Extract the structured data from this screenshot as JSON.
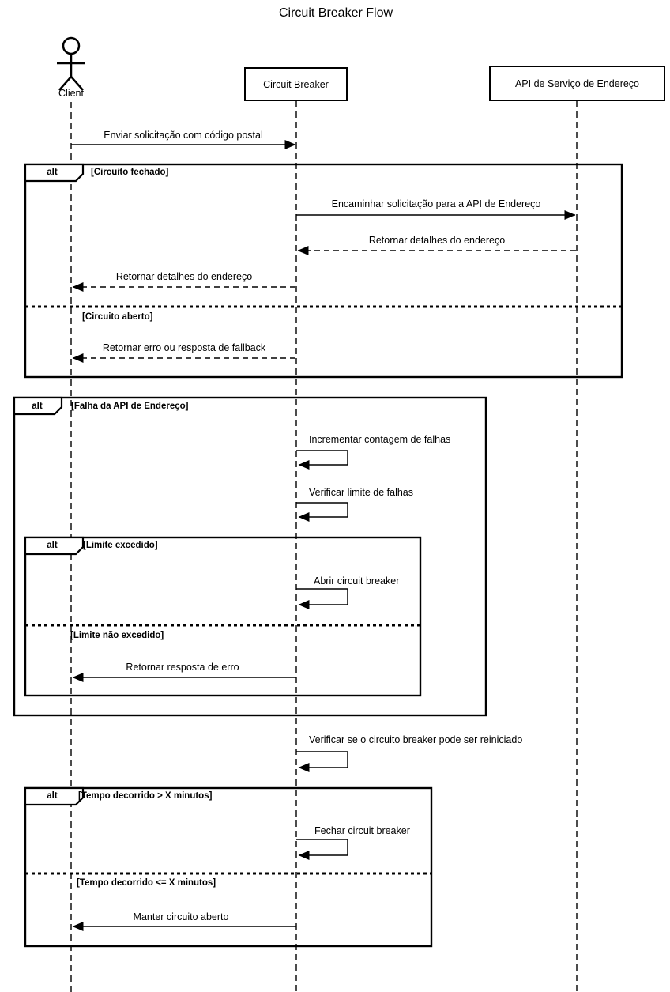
{
  "title": "Circuit Breaker Flow",
  "actors": {
    "client": "Client",
    "circuit_breaker": "Circuit Breaker",
    "address_api": "API de Serviço de Endereço"
  },
  "frames": {
    "closed_open": {
      "operator": "alt",
      "guard_top": "[Circuito fechado]",
      "guard_bottom": "[Circuito aberto]"
    },
    "api_failure": {
      "operator": "alt",
      "guard_top": "[Falha da API de Endereço]"
    },
    "limit": {
      "operator": "alt",
      "guard_top": "[Limite excedido]",
      "guard_bottom": "[Limite não excedido]"
    },
    "elapsed": {
      "operator": "alt",
      "guard_top": "[Tempo decorrido > X minutos]",
      "guard_bottom": "[Tempo decorrido <= X minutos]"
    }
  },
  "messages": {
    "send_request": "Enviar solicitação com código postal",
    "forward_request": "Encaminhar solicitação para a API de Endereço",
    "return_address_api": "Retornar detalhes do endereço",
    "return_address_client": "Retornar detalhes do endereço",
    "return_fallback": "Retornar erro ou resposta de fallback",
    "increment_failures": "Incrementar contagem de falhas",
    "check_limit": "Verificar limite de falhas",
    "open_breaker": "Abrir circuit breaker",
    "return_error": "Retornar resposta de erro",
    "check_reset": "Verificar se o circuito breaker pode ser reiniciado",
    "close_breaker": "Fechar circuit breaker",
    "keep_open": "Manter circuito aberto"
  },
  "colors": {
    "stroke": "#000000",
    "background": "#ffffff"
  }
}
